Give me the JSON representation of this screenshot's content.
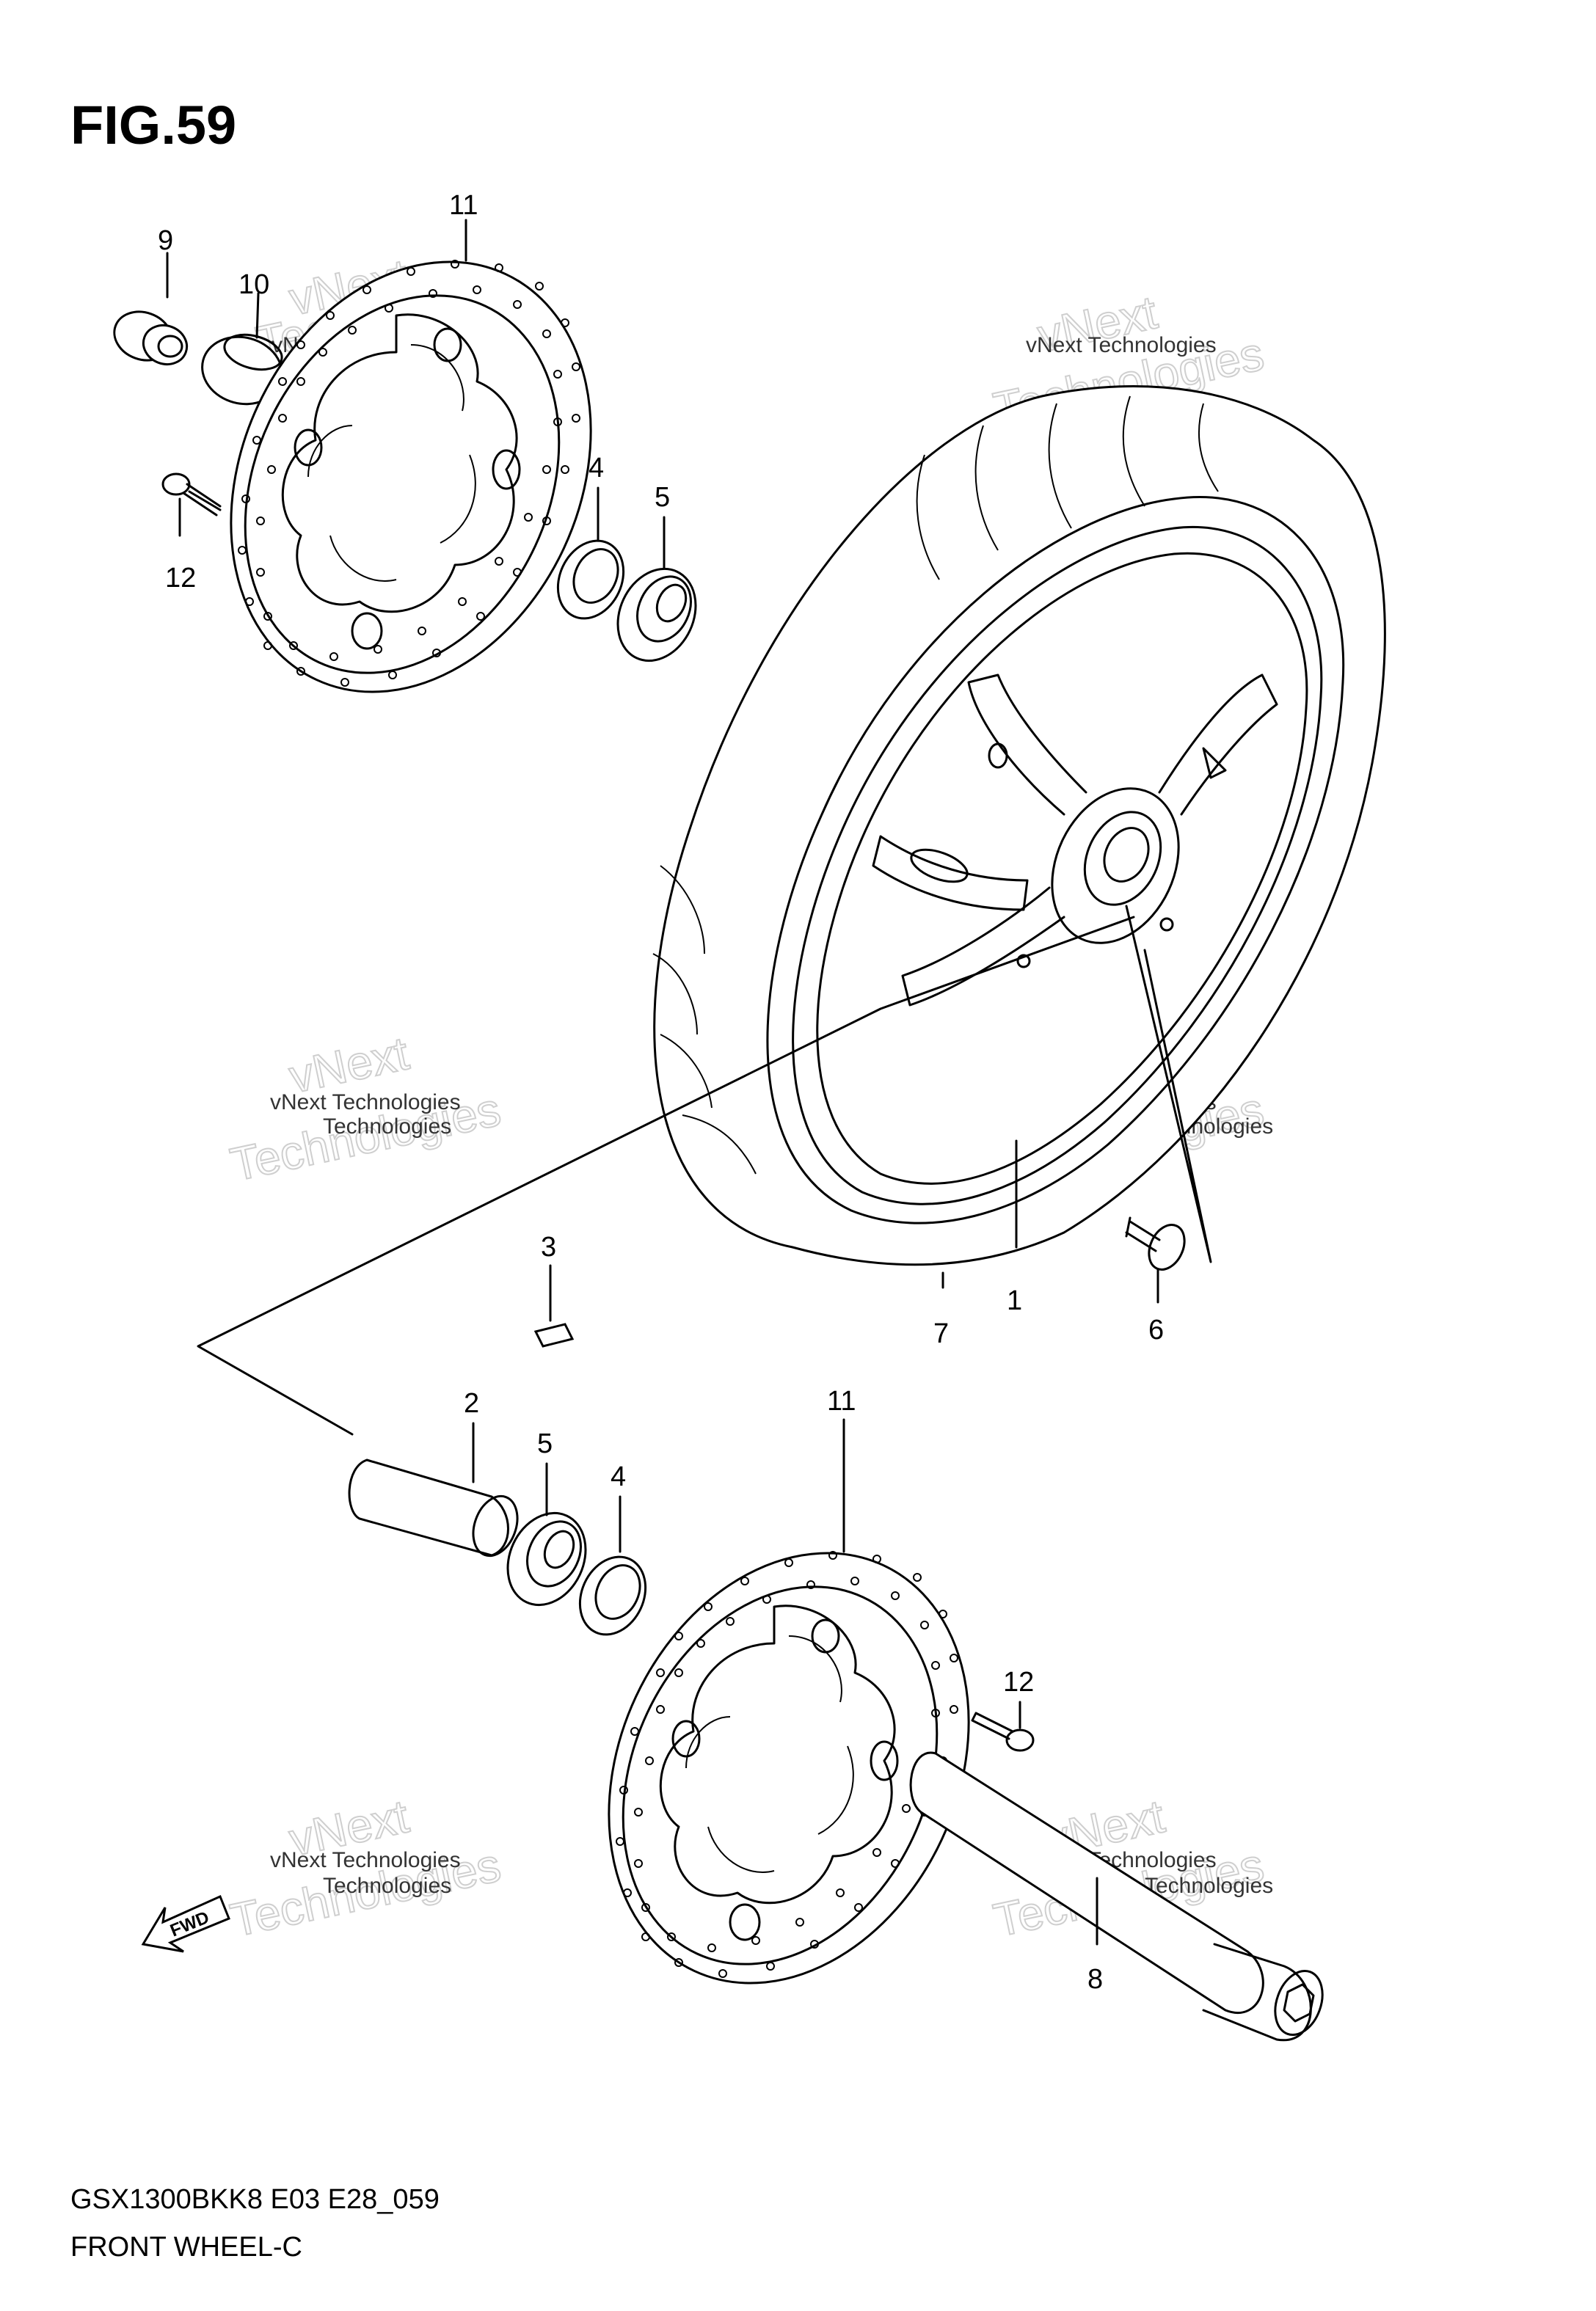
{
  "figure": {
    "title": "FIG.59"
  },
  "callouts": {
    "tire": "7",
    "wheel": "1",
    "spacer": "2",
    "balance_weight": "3",
    "dust_seal_right": "4",
    "bearing_right": "5",
    "dust_seal_left": "4",
    "bearing_left": "5",
    "valve": "6",
    "axle": "8",
    "cap": "9",
    "plug": "10",
    "disc_top": "11",
    "disc_bottom": "11",
    "bolt_top": "12",
    "bolt_bottom": "12"
  },
  "fwd_badge": "FWD",
  "watermark": {
    "small": "vNext Technologies",
    "big": "Technologies",
    "big_top": "vNext"
  },
  "footer": {
    "model_code": "GSX1300BKK8 E03 E28_059",
    "caption": "FRONT WHEEL-C"
  }
}
